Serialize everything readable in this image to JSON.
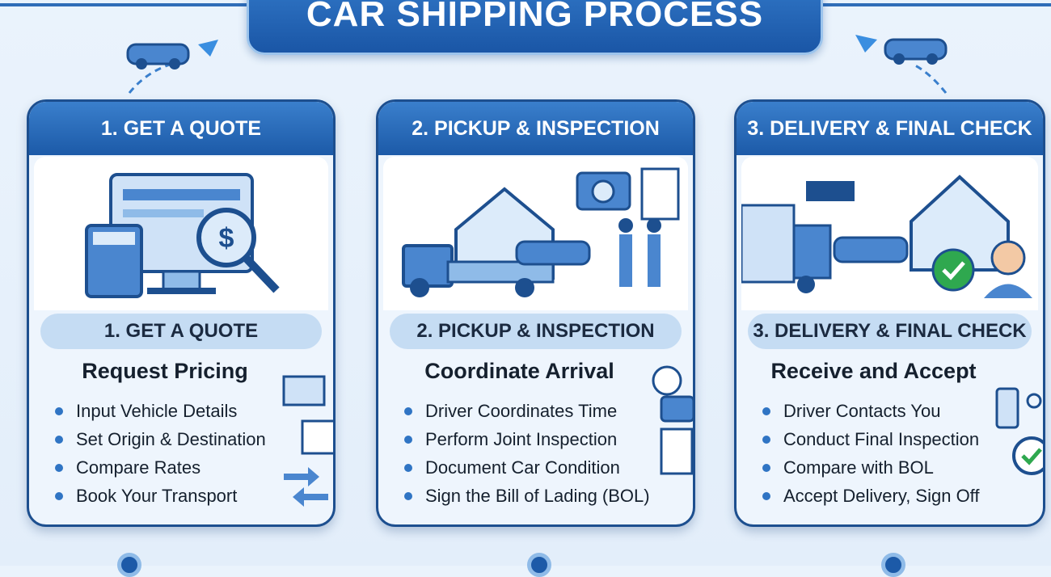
{
  "title": "CAR SHIPPING PROCESS",
  "steps": [
    {
      "header": "1. GET A QUOTE",
      "pill": "1. GET A QUOTE",
      "subtitle": "Request Pricing",
      "bullets": [
        "Input Vehicle Details",
        "Set Origin & Destination",
        "Compare Rates",
        "Book Your Transport"
      ]
    },
    {
      "header": "2. PICKUP & INSPECTION",
      "pill": "2. PICKUP & INSPECTION",
      "subtitle": "Coordinate Arrival",
      "bullets": [
        "Driver Coordinates Time",
        "Perform Joint Inspection",
        "Document Car Condition",
        "Sign the Bill of Lading (BOL)"
      ]
    },
    {
      "header": "3. DELIVERY & FINAL CHECK",
      "pill": "3. DELIVERY & FINAL CHECK",
      "subtitle": "Receive and Accept",
      "bullets": [
        "Driver Contacts You",
        "Conduct Final Inspection",
        "Compare with BOL",
        "Accept Delivery, Sign Off"
      ]
    }
  ],
  "colors": {
    "primary": "#1c5aa8",
    "accent": "#2f74c4",
    "check": "#2fa84f"
  }
}
